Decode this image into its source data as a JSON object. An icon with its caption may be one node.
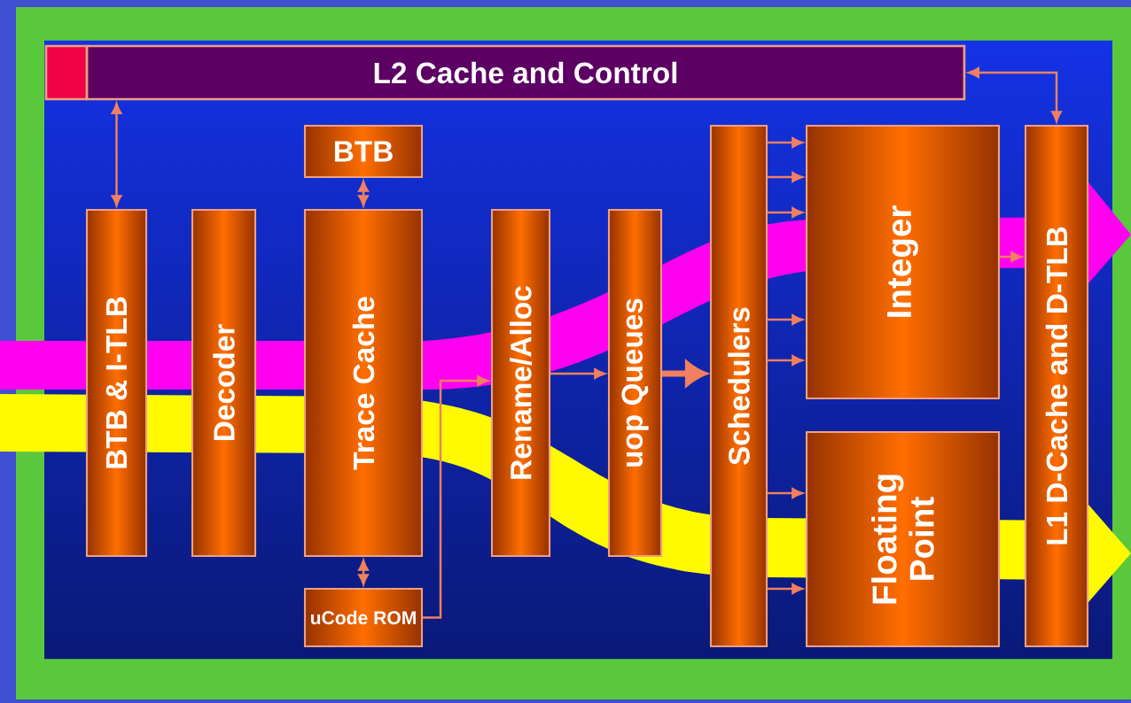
{
  "diagram": {
    "nodes": [
      {
        "text": [
          "L2 Cache and Control"
        ]
      },
      {
        "text": [
          "BTB"
        ]
      },
      {
        "text": [
          "BTB & I-TLB"
        ]
      },
      {
        "text": [
          "Decoder"
        ]
      },
      {
        "text": [
          "Trace Cache"
        ]
      },
      {
        "text": [
          "uCode ROM"
        ]
      },
      {
        "text": [
          "Rename/Alloc"
        ]
      },
      {
        "text": [
          "uop Queues"
        ]
      },
      {
        "text": [
          "Schedulers"
        ]
      },
      {
        "text": [
          "Integer"
        ]
      },
      {
        "text": [
          "Floating Point"
        ]
      },
      {
        "text": [
          "L1 D-Cache and D-TLB"
        ]
      }
    ],
    "edges": [
      {
        "from": 0,
        "to": 2,
        "arrow": "both"
      },
      {
        "from": 0,
        "to": 11,
        "arrow": "both"
      },
      {
        "from": 1,
        "to": 4,
        "arrow": "both"
      },
      {
        "from": 4,
        "to": 5,
        "arrow": "both"
      },
      {
        "from": 5,
        "to": 6,
        "arrow": "to"
      },
      {
        "from": 6,
        "to": 7,
        "arrow": "to"
      },
      {
        "from": 7,
        "to": 8,
        "arrow": "to",
        "style": "thick"
      },
      {
        "from": 8,
        "to": 9,
        "arrow": "to"
      },
      {
        "from": 8,
        "to": 9,
        "arrow": "to"
      },
      {
        "from": 8,
        "to": 9,
        "arrow": "to"
      },
      {
        "from": 8,
        "to": 9,
        "arrow": "to"
      },
      {
        "from": 8,
        "to": 9,
        "arrow": "to"
      },
      {
        "from": 8,
        "to": 10,
        "arrow": "to"
      },
      {
        "from": 8,
        "to": 10,
        "arrow": "to"
      },
      {
        "from": 9,
        "to": 11,
        "arrow": "to"
      }
    ]
  }
}
